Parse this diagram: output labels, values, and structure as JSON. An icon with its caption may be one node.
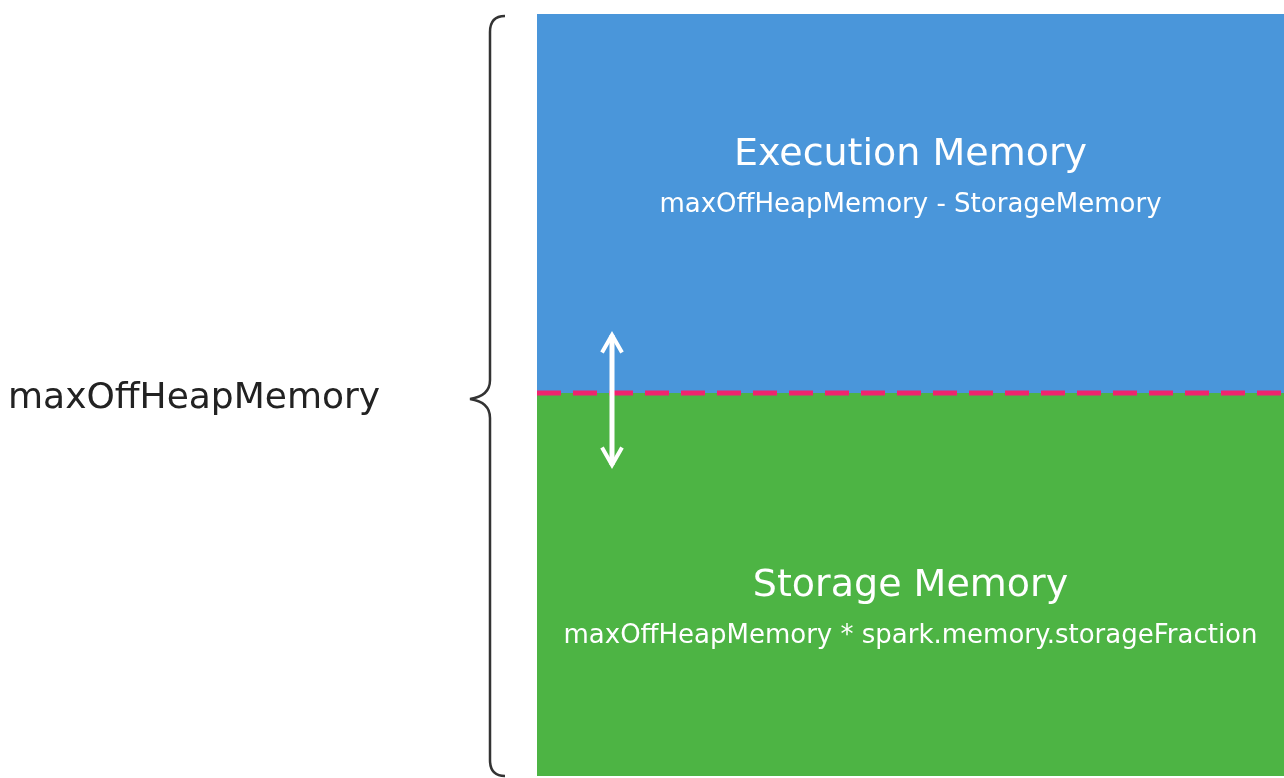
{
  "diagram": {
    "nodes": [
      {
        "text": [
          "Execution Memory",
          "maxOffHeapMemory - StorageMemory"
        ]
      },
      {
        "text": [
          "Storage Memory",
          "maxOffHeapMemory * spark.memory.storageFraction"
        ]
      }
    ],
    "edges": [
      {
        "from": 0,
        "to": 1,
        "arrow": "both",
        "color": "#ffffff"
      }
    ],
    "labels": [
      "maxOffHeapMemory"
    ]
  }
}
